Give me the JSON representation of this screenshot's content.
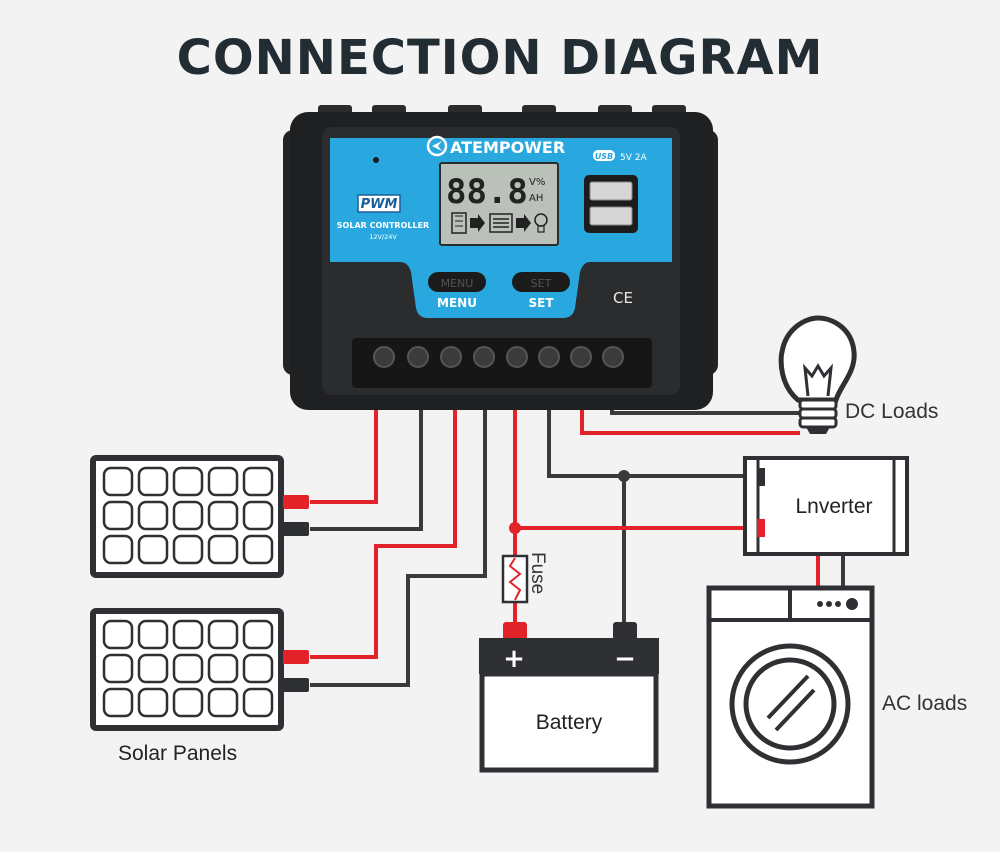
{
  "title": "CONNECTION DIAGRAM",
  "controller": {
    "brand": "ATEMPOWER",
    "pwm_label": "PWM",
    "model_label": "SOLAR CONTROLLER",
    "voltage_label": "12V/24V",
    "lcd_reading": "88.8",
    "lcd_units_top": "V%",
    "lcd_units_bottom": "AH",
    "usb_badge": "USB",
    "usb_rating": "5V 2A",
    "menu_button": "MENU",
    "set_button": "SET",
    "ce_mark": "CE"
  },
  "labels": {
    "dc_loads": "DC Loads",
    "inverter": "Lnverter",
    "fuse": "Fuse",
    "battery": "Battery",
    "battery_plus": "+",
    "battery_minus": "−",
    "ac_loads": "AC loads",
    "solar_panels": "Solar Panels"
  },
  "colors": {
    "positive_wire": "#e2232a",
    "negative_wire": "#3a3a3a",
    "controller_blue": "#29a8df",
    "controller_body": "#222325"
  }
}
